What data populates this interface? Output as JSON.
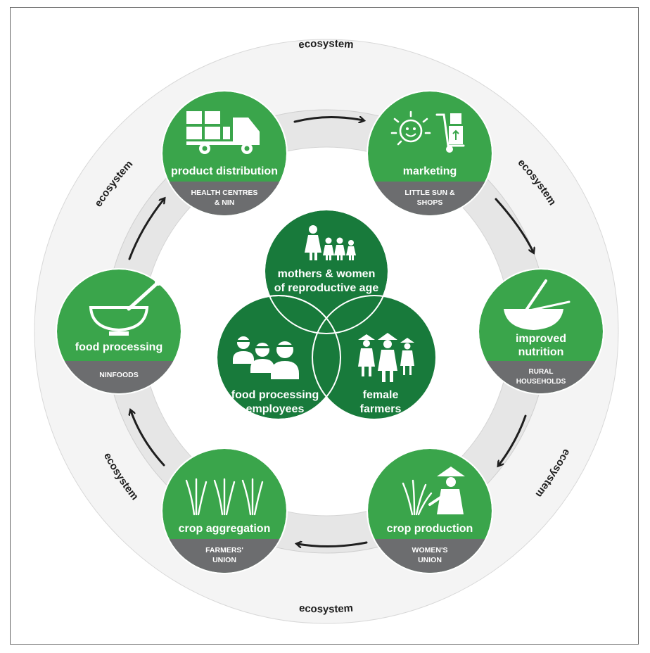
{
  "colors": {
    "green": "#3aa54b",
    "dark_green": "#187a3b",
    "gray_band": "#6c6d6f",
    "ring": "#e6e6e6",
    "outer": "#f4f4f4",
    "ink": "#1e1e1e"
  },
  "ecosystem_labels": [
    "ecosystem",
    "ecosystem",
    "ecosystem",
    "ecosystem",
    "ecosystem",
    "ecosystem"
  ],
  "stages": [
    {
      "title": "product distribution",
      "org_lines": [
        "HEALTH CENTRES",
        "& NIN"
      ],
      "icon": "truck-icon"
    },
    {
      "title": "marketing",
      "org_lines": [
        "LITTLE SUN &",
        "SHOPS"
      ],
      "icon": "sun-and-hand-truck-icon"
    },
    {
      "title_lines": [
        "improved",
        "nutrition"
      ],
      "org_lines": [
        "RURAL",
        "HOUSEHOLDS"
      ],
      "icon": "bowl-and-spoon-icon"
    },
    {
      "title": "crop production",
      "org_lines": [
        "WOMEN'S",
        "UNION"
      ],
      "icon": "farmer-with-rice-icon"
    },
    {
      "title": "crop aggregation",
      "org_lines": [
        "FARMERS'",
        "UNION"
      ],
      "icon": "rice-bundles-icon"
    },
    {
      "title": "food processing",
      "org_lines": [
        "NINFOODS"
      ],
      "icon": "mortar-and-pestle-icon"
    }
  ],
  "center_groups": [
    {
      "lines": [
        "mothers & women",
        "of reproductive age"
      ],
      "icon": "mother-and-children-icon"
    },
    {
      "lines": [
        "food processing",
        "employees"
      ],
      "icon": "workers-icon"
    },
    {
      "lines": [
        "female",
        "farmers"
      ],
      "icon": "women-farmers-icon"
    }
  ]
}
